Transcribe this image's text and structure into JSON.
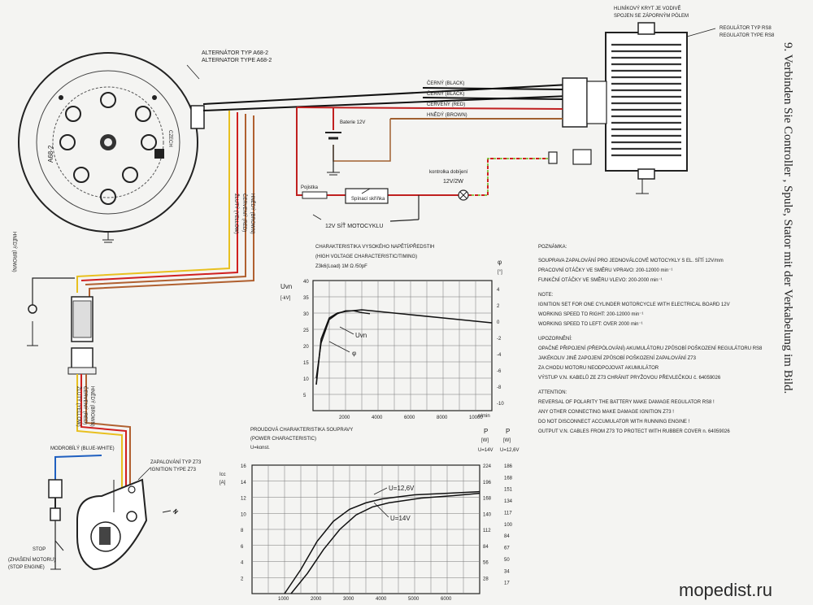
{
  "labels": {
    "alternator": [
      "ALTERNÁTOR TYP A68-2",
      "ALTERNATOR TYPE A68-2"
    ],
    "stator_text": "A68-2",
    "czech": "CZECH",
    "ground_note": [
      "HLINÍKOVÝ KRYT JE VODIVĚ",
      "SPOJEN SE ZÁPORNÝM PÓLEM"
    ],
    "regulator": [
      "REGULÁTOR TYP RS8",
      "REGULATOR TYPE RS8"
    ],
    "wire_black1": "ČERNÝ (BLACK)",
    "wire_black2": "ČERNÝ (BLACK)",
    "wire_red": "ČERVENÝ (RED)",
    "wire_brown": "HNĚDÝ (BROWN)",
    "battery": "Baterie 12V",
    "fuse": "Pojistka",
    "lamp": [
      "kontrolka dobíjení",
      "12V/2W"
    ],
    "switch": "Spínací skříňka",
    "network": "12V SÍŤ MOTOCYKLU",
    "yellow_top": "ŽLUTÝ (YELLOW)",
    "red_top": "ČERVENÝ (RED)",
    "brown_top": "HNĚDÝ (BROWN)",
    "brown_left": "HNĚDÝ (BROWN)",
    "yellow_bot": "ŽLUTÝ (YELLOW)",
    "red_bot": "ČERVENÝ (RED)",
    "brown_bot": "HNĚDÝ (BROWN)",
    "blue_white": "MODROBÍLÝ (BLUE-WHITE)",
    "ignition": [
      "ZAPALOVÁNÍ TYP Z73",
      "IGNITION TYPE Z73"
    ],
    "stop": "STOP",
    "stop_note": [
      "(ZHAŠENÍ MOTORU)",
      "(STOP ENGINE)"
    ],
    "side_title": "9. Verbinden Sie Controller , Spule, Stator mit der Verkabelung im Bild.",
    "watermark": "mopedist.ru"
  },
  "notes": {
    "heading": "POZNÁMKA:",
    "lines": [
      "SOUPRAVA ZAPALOVÁNÍ PRO JEDNOVÁLCOVÉ MOTOCYKLY S EL. SÍTÍ 12V/mm",
      "PRACOVNÍ OTÁČKY VE SMĚRU VPRAVO: 200-12000 min⁻¹",
      "FUNKČNÍ OTÁČKY VE SMĚRU VLEVO: 200-2000 min⁻¹",
      "NOTE:",
      "IGNITION SET FOR ONE CYLINDER MOTORCYCLE WITH ELECTRICAL BOARD 12V",
      "WORKING SPEED TO RIGHT: 200-12000 min⁻¹",
      "WORKING SPEED TO LEFT: OVER 2000 min⁻¹",
      "UPOZORNĚNÍ:",
      "OPAČNÉ PŘIPOJENÍ (PŘEPÓLOVÁNÍ) AKUMULÁTORU ZPŮSOBÍ POŠKOZENÍ REGULÁTORU RS8",
      "JAKÉKOLIV JINÉ ZAPOJENÍ ZPŮSOBÍ POŠKOZENÍ ZAPALOVÁNÍ Z73",
      "ZA CHODU MOTORU NEODPOJOVAT AKUMULÁTOR",
      "VÝSTUP V.N. KABELŮ ZE Z73 CHRÁNIT PRYŽOVOU PŘEVLEČKOU č. 64059026",
      "ATTENTION:",
      "REVERSAL OF POLARITY THE BATTERY MAKE DAMAGE REGULATOR RS8 !",
      "ANY OTHER CONNECTING MAKE DAMAGE IGNITION Z73 !",
      "DO NOT DISCONNECT ACCUMULATOR WITH RUNNING ENGINE !",
      "OUTPUT V.N. CABLES FROM Z73 TO PROTECT WITH RUBBER COVER n. 64059026"
    ]
  },
  "chart1": {
    "title": [
      "CHARAKTERISTIKA VYSOKÉHO NAPĚTÍ/PŘEDSTIH",
      "(HIGH VOLTAGE CHARACTERISTIC/TIMING)",
      "Z3k6(Load) 1M Ω  /50pF"
    ],
    "ylabel": [
      "Uvn",
      "[-kV]"
    ],
    "y2label": [
      "φ",
      "[°]"
    ],
    "xunit": "n/min",
    "y_ticks": [
      "40",
      "35",
      "30",
      "25",
      "20",
      "15",
      "10",
      "5"
    ],
    "y2_ticks": [
      "4",
      "2",
      "0",
      "-2",
      "-4",
      "-6",
      "-8",
      "-10"
    ],
    "x_ticks": [
      "2000",
      "4000",
      "6000",
      "8000",
      "10000"
    ],
    "curve_labels": [
      "Uvn",
      "φ"
    ],
    "uvn": {
      "x": [
        200,
        500,
        1000,
        1500,
        2000,
        3000,
        4000,
        6000,
        8000,
        10000,
        11000
      ],
      "y": [
        8,
        22,
        28.5,
        30,
        30.5,
        31,
        30.5,
        29.5,
        28.5,
        27.5,
        27
      ]
    },
    "phi": {
      "x": [
        200,
        500,
        1000,
        1500,
        2000,
        2500,
        3000,
        3500
      ],
      "y": [
        -10,
        -4,
        0,
        1,
        1.5,
        1.5,
        1.2,
        1
      ]
    }
  },
  "chart2": {
    "title": [
      "PROUDOVÁ CHARAKTERISTIKA SOUPRAVY",
      "(POWER CHARACTERISTIC)",
      "U=konst."
    ],
    "ylabel": [
      "Icc",
      "[A]"
    ],
    "p_labels": [
      "P",
      "[W]",
      "U=14V",
      "P",
      "[W]",
      "U=12,6V"
    ],
    "y_ticks": [
      "16",
      "14",
      "12",
      "10",
      "8",
      "6",
      "4",
      "2"
    ],
    "p1_ticks": [
      "224",
      "196",
      "168",
      "140",
      "112",
      "84",
      "56",
      "28"
    ],
    "p2_ticks": [
      "186",
      "168",
      "151",
      "134",
      "117",
      "100",
      "84",
      "67",
      "50",
      "34",
      "17"
    ],
    "x_ticks": [
      "1000",
      "2000",
      "3000",
      "4000",
      "5000",
      "6000"
    ],
    "curve_labels": [
      "U=12,6V",
      "U=14V"
    ],
    "u126": {
      "x": [
        1000,
        1500,
        2000,
        2500,
        3000,
        3500,
        4000,
        5000,
        6000,
        8000
      ],
      "y": [
        0,
        3,
        6.5,
        9,
        10.5,
        11.3,
        11.8,
        12.3,
        12.5,
        12.7
      ]
    },
    "u14": {
      "x": [
        1200,
        1700,
        2200,
        2700,
        3200,
        3700,
        4200,
        5200,
        6200,
        8000
      ],
      "y": [
        0,
        2.5,
        5.5,
        8,
        9.8,
        10.8,
        11.3,
        11.9,
        12.2,
        12.5
      ]
    }
  }
}
